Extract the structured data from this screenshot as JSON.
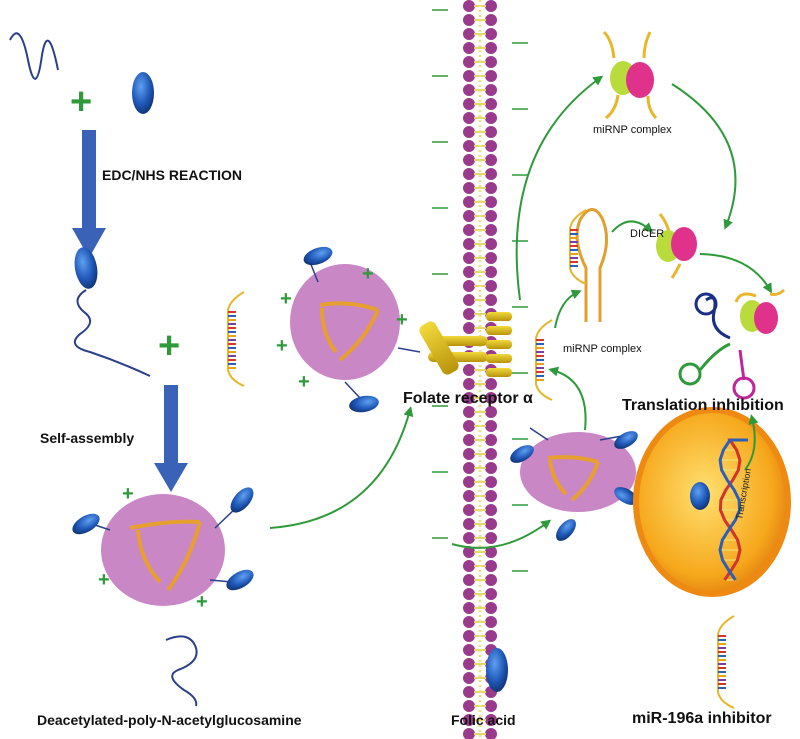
{
  "labels": {
    "edc_nhs": "EDC/NHS REACTION",
    "self_assembly": "Self-assembly",
    "folate_receptor": "Folate receptor α",
    "mirnp_top": "miRNP complex",
    "mirnp_mid": "miRNP complex",
    "dicer": "DICER",
    "translation_inhibition": "Translation inhibition",
    "transcription": "Transcription",
    "legend_polymer": "Deacetylated-poly-N-acetylglucosamine",
    "legend_folic": "Folic acid",
    "legend_inhibitor": "miR-196a inhibitor"
  },
  "symbols": {
    "plus": "+"
  },
  "colors": {
    "arrow_blue": "#3a63b8",
    "arrow_green": "#2e9a3a",
    "nanoparticle": "#c987c5",
    "folate": "#2159b8",
    "polymer_line": "#2b3f8a",
    "membrane_bead": "#9a3a8c",
    "receptor": "#d4b512",
    "nucleus": "#f4a21a",
    "dna_red": "#d0342c",
    "dna_blue": "#2f5fb5"
  }
}
